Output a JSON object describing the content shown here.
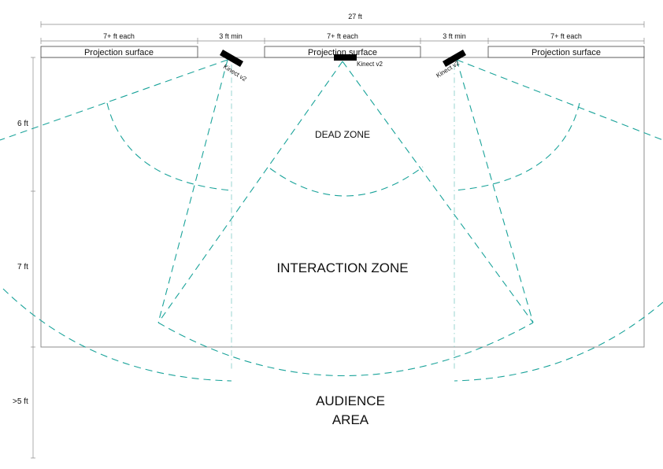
{
  "dimensions": {
    "total_width": "27 ft",
    "segments": [
      "7+ ft each",
      "3 ft min",
      "7+ ft each",
      "3 ft min",
      "7+ ft each"
    ],
    "depths": [
      "6 ft",
      "7 ft",
      ">5 ft"
    ]
  },
  "projection_surfaces": [
    "Projection surface",
    "Projection surface",
    "Projection surface"
  ],
  "sensors": [
    "Kinect v2",
    "Kinect v2",
    "Kinect v2"
  ],
  "zones": {
    "dead": "DEAD ZONE",
    "interaction": "INTERACTION ZONE",
    "audience_line1": "AUDIENCE",
    "audience_line2": "AREA"
  },
  "colors": {
    "sensor_field": "#1aa39a",
    "room_outline": "#8c8c8c",
    "sensor": "#000000"
  }
}
